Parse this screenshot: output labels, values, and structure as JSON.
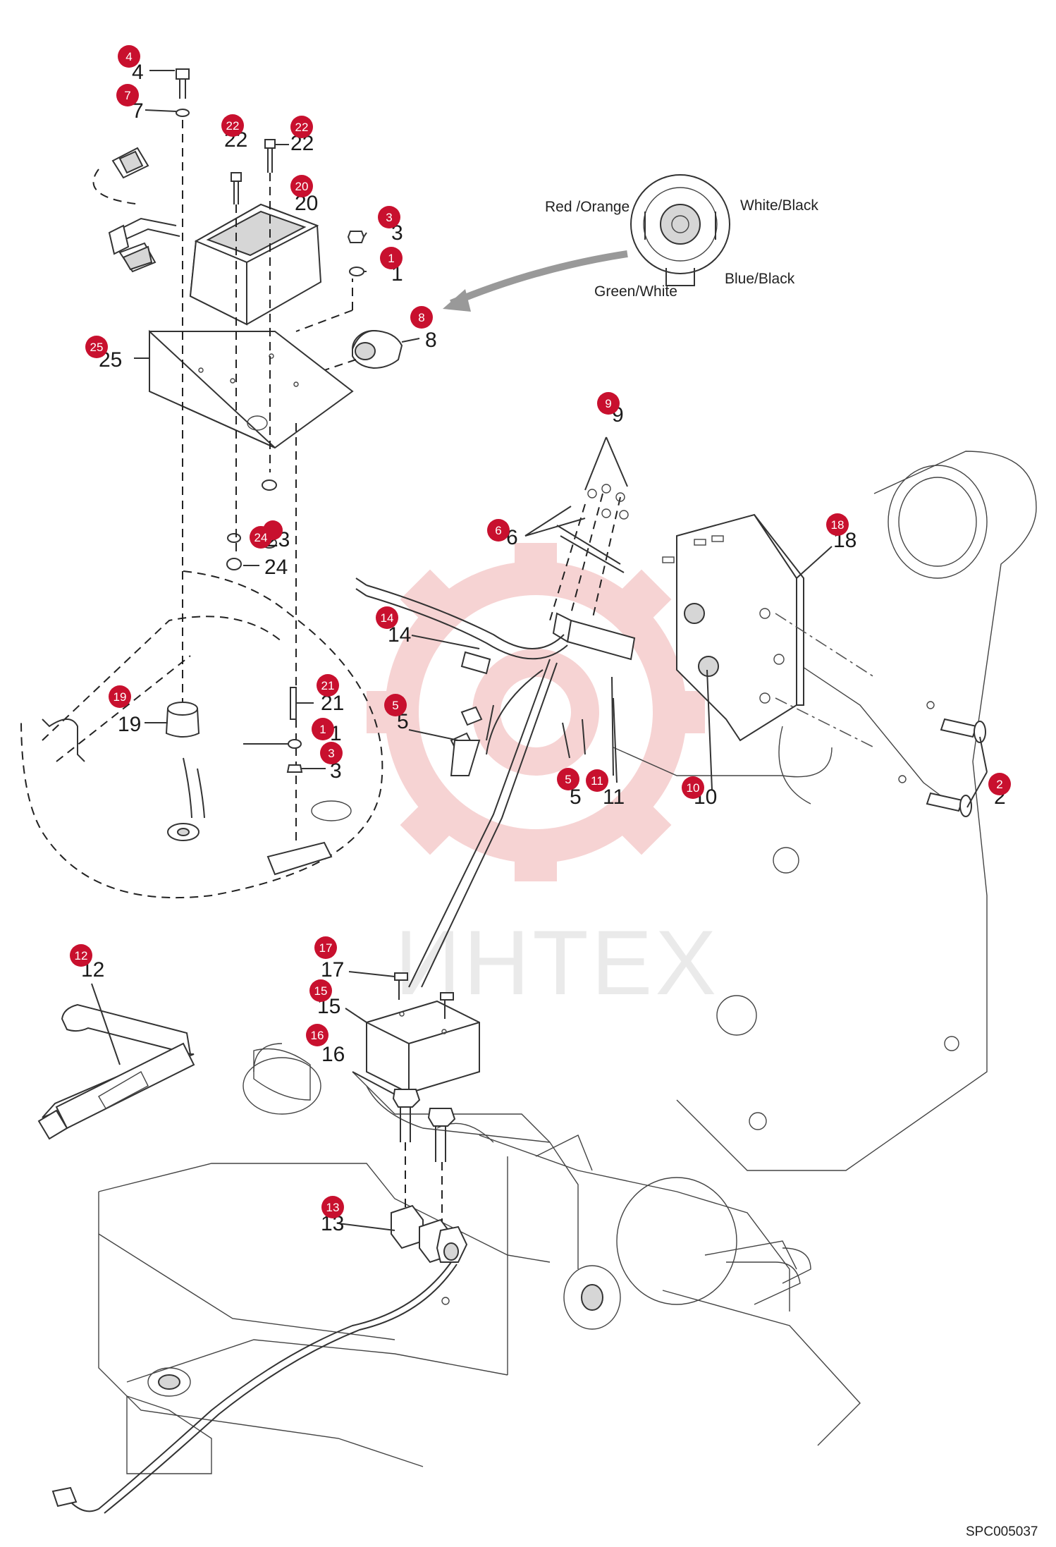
{
  "colors": {
    "badge": "#c8102e",
    "line": "#333333",
    "watermark": "#e8a0a0"
  },
  "wire_labels": {
    "red_orange": "Red /Orange",
    "white_black": "White/Black",
    "green_white": "Green/White",
    "blue_black": "Blue/Black"
  },
  "drawing_code": "SPC005037",
  "watermark_text": "ИНТЕХ",
  "callouts": [
    {
      "id": "c4",
      "number": "4",
      "badge": "4"
    },
    {
      "id": "c7",
      "number": "7",
      "badge": "7"
    },
    {
      "id": "c22a",
      "number": "22",
      "badge": "22"
    },
    {
      "id": "c22b",
      "number": "22",
      "badge": "22"
    },
    {
      "id": "c20",
      "number": "20",
      "badge": "20"
    },
    {
      "id": "c3a",
      "number": "3",
      "badge": "3"
    },
    {
      "id": "c1a",
      "number": "1",
      "badge": "1"
    },
    {
      "id": "c8",
      "number": "8",
      "badge": "8"
    },
    {
      "id": "c25",
      "number": "25",
      "badge": "25"
    },
    {
      "id": "c9",
      "number": "9",
      "badge": "9"
    },
    {
      "id": "c6",
      "number": "6",
      "badge": "6"
    },
    {
      "id": "c18",
      "number": "18",
      "badge": "18"
    },
    {
      "id": "c23",
      "number": "23",
      "badge": "24"
    },
    {
      "id": "c24",
      "number": "24",
      "badge": ""
    },
    {
      "id": "c14",
      "number": "14",
      "badge": "14"
    },
    {
      "id": "c19",
      "number": "19",
      "badge": "19"
    },
    {
      "id": "c21",
      "number": "21",
      "badge": "21"
    },
    {
      "id": "c1b",
      "number": "1",
      "badge": "1"
    },
    {
      "id": "c3b",
      "number": "3",
      "badge": "3"
    },
    {
      "id": "c5a",
      "number": "5",
      "badge": "5"
    },
    {
      "id": "c5b",
      "number": "5",
      "badge": "5"
    },
    {
      "id": "c11",
      "number": "11",
      "badge": "11"
    },
    {
      "id": "c10",
      "number": "10",
      "badge": "10"
    },
    {
      "id": "c2",
      "number": "2",
      "badge": "2"
    },
    {
      "id": "c12",
      "number": "12",
      "badge": "12"
    },
    {
      "id": "c17",
      "number": "17",
      "badge": "17"
    },
    {
      "id": "c15",
      "number": "15",
      "badge": "15"
    },
    {
      "id": "c16",
      "number": "16",
      "badge": "16"
    },
    {
      "id": "c13",
      "number": "13",
      "badge": "13"
    }
  ]
}
